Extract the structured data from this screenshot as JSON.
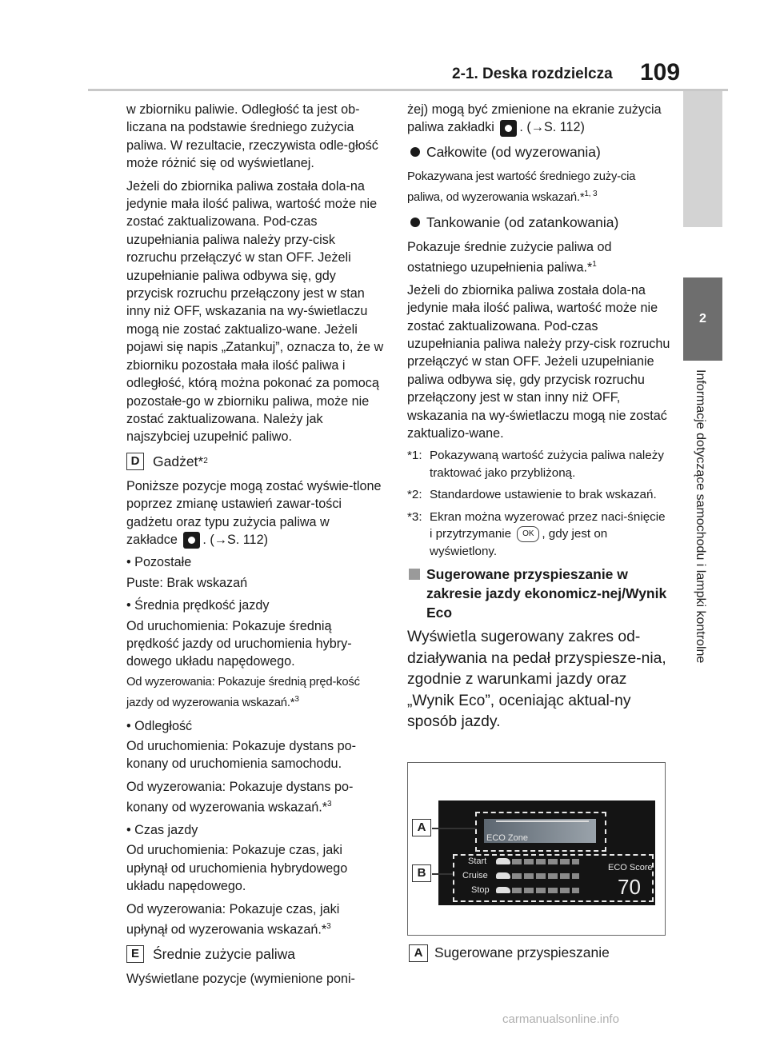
{
  "header": {
    "title": "2-1. Deska rozdzielcza",
    "page": "109"
  },
  "side_tab": {
    "number": "2",
    "text": "Informacje dotyczące samochodu i lampki kontrolne"
  },
  "left": {
    "p1": "w zbiorniku paliwie. Odległość ta jest ob-liczana na podstawie średniego zużycia paliwa. W rezultacie, rzeczywista odle-głość może różnić się od wyświetlanej.",
    "p2": "Jeżeli do zbiornika paliwa została dola-na jedynie mała ilość paliwa, wartość może nie zostać zaktualizowana. Pod-czas uzupełniania paliwa należy przy-cisk rozruchu przełączyć w stan OFF. Jeżeli uzupełnianie paliwa odbywa się, gdy przycisk rozruchu przełączony jest w stan inny niż OFF, wskazania na wy-świetlaczu mogą nie zostać zaktualizo-wane. Jeżeli pojawi się napis „Zatankuj”, oznacza to, że w zbiorniku pozostała mała ilość paliwa i odległość, którą można pokonać za pomocą pozostałe-go w zbiorniku paliwa, może nie zostać zaktualizowana. Należy jak najszybciej uzupełnić paliwo.",
    "secD_box": "D",
    "secD_title": "Gadżet*",
    "secD_sup": "2",
    "p3a": "Poniższe pozycje mogą zostać wyświe-tlone poprzez zmianę ustawień zawar-tości gadżetu oraz typu zużycia paliwa w zakładce",
    "p3b": ". (",
    "p3c": "S. 112)",
    "b1": "• Pozostałe",
    "b1t": "Puste: Brak wskazań",
    "b2": "• Średnia prędkość jazdy",
    "b2t1": "Od uruchomienia: Pokazuje średnią prędkość jazdy od uruchomienia hybry-dowego układu napędowego.",
    "b2t2": "Od wyzerowania: Pokazuje średnią pręd-kość jazdy od wyzerowania wskazań.*",
    "b2t2_sup": "3",
    "b3": "• Odległość",
    "b3t1": "Od uruchomienia: Pokazuje dystans po-konany od uruchomienia samochodu.",
    "b3t2": "Od wyzerowania: Pokazuje dystans po-konany od wyzerowania wskazań.*",
    "b3t2_sup": "3",
    "b4": "• Czas jazdy",
    "b4t1": "Od uruchomienia: Pokazuje czas, jaki upłynął od uruchomienia hybrydowego układu napędowego.",
    "b4t2": "Od wyzerowania: Pokazuje czas, jaki upłynął od wyzerowania wskazań.*",
    "b4t2_sup": "3",
    "secE_box": "E",
    "secE_title": "Średnie zużycie paliwa",
    "p4": "Wyświetlane pozycje (wymienione poni-"
  },
  "right": {
    "p1a": "żej) mogą być zmienione na ekranie zużycia paliwa zakładki",
    "p1b": ". (",
    "p1c": "S. 112)",
    "s1": "Całkowite (od wyzerowania)",
    "s1t": "Pokazywana jest wartość średniego zuży-cia paliwa, od wyzerowania wskazań.*",
    "s1t_sup": "1, 3",
    "s2": "Tankowanie (od zatankowania)",
    "s2t": "Pokazuje średnie zużycie paliwa od ostatniego uzupełnienia paliwa.*",
    "s2t_sup": "1",
    "p2": "Jeżeli do zbiornika paliwa została dola-na jedynie mała ilość paliwa, wartość może nie zostać zaktualizowana. Pod-czas uzupełniania paliwa należy przy-cisk rozruchu przełączyć w stan OFF. Jeżeli uzupełnianie paliwa odbywa się, gdy przycisk rozruchu przełączony jest w stan inny niż OFF, wskazania na wy-świetlaczu mogą nie zostać zaktualizo-wane.",
    "n1_mark": "*1:",
    "n1": "Pokazywaną wartość zużycia paliwa należy traktować jako przybliżoną.",
    "n2_mark": "*2:",
    "n2": "Standardowe ustawienie to brak wskazań.",
    "n3_mark": "*3:",
    "n3a": "Ekran można wyzerować przez naci-śnięcie i przytrzymanie",
    "n3b": ", gdy jest on wyświetlony.",
    "h3": "Sugerowane przyspieszanie w zakresie jazdy ekonomicz-nej/Wynik Eco",
    "big": "Wyświetla sugerowany zakres od-działywania na pedał przyspiesze-nia, zgodnie z warunkami jazdy oraz „Wynik Eco”, oceniając aktual-ny sposób jazdy.",
    "caption_box": "A",
    "caption": "Sugerowane przyspieszanie"
  },
  "figure": {
    "label_a": "A",
    "label_b": "B",
    "eco_zone": "ECO Zone",
    "rows": [
      "Start",
      "Cruise",
      "Stop"
    ],
    "score_label": "ECO Score",
    "score": "70",
    "ok_glyph": "OK"
  },
  "footer": "carmanualsonline.info"
}
